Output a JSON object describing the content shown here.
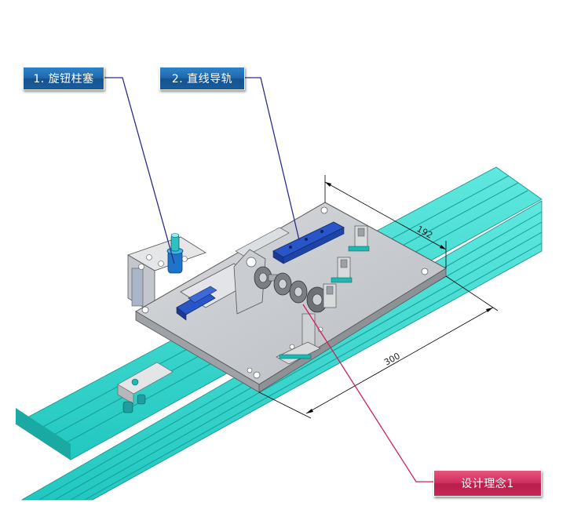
{
  "callouts": {
    "knob_plunger": "1. 旋钮柱塞",
    "linear_rail": "2. 直线导轨",
    "design_concept": "设计理念1"
  },
  "dimensions": {
    "width_label": "192",
    "length_label": "300"
  },
  "colors": {
    "rail": "#2fd6cc",
    "rail_shadow": "#1aa9a3",
    "plate": "#c8cbcf",
    "blue_part": "#2a55c8",
    "callout_blue": "#1f67ad",
    "callout_pink": "#cf2f5d",
    "leader_blue": "#2a2e8c",
    "leader_pink": "#d0205a"
  }
}
